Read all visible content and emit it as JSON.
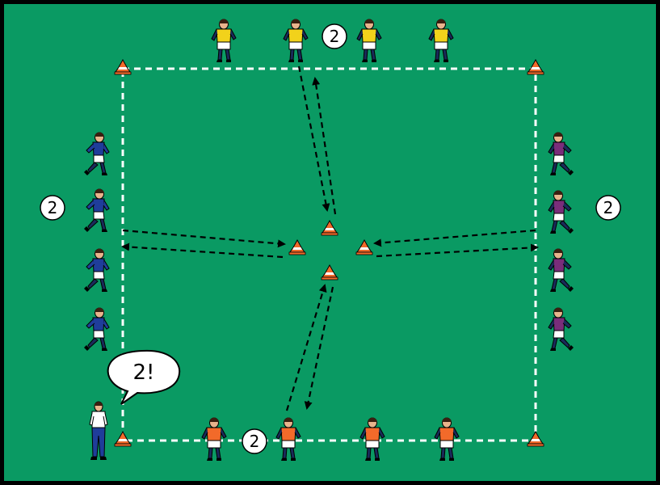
{
  "diagram": {
    "colors": {
      "border": "#000000",
      "field": "#0a9a63",
      "lines": "#ffffff",
      "arrow": "#000000",
      "cone_orange": "#f26a2a",
      "team_yellow": "#f2d21b",
      "team_blue": "#1f3d9a",
      "team_purple": "#7a2d7a",
      "team_orange": "#f26a2a",
      "kit_white": "#ffffff",
      "kit_navy": "#1a2a5a",
      "skin": "#e8b48c",
      "hair": "#3a1f10"
    },
    "group_labels": {
      "top": "2",
      "left": "2",
      "right": "2",
      "bottom": "2"
    },
    "coach_call": "2!",
    "icons": {
      "cone": "training-cone-icon",
      "player": "player-icon",
      "coach": "coach-icon",
      "speech": "speech-bubble-icon"
    }
  }
}
